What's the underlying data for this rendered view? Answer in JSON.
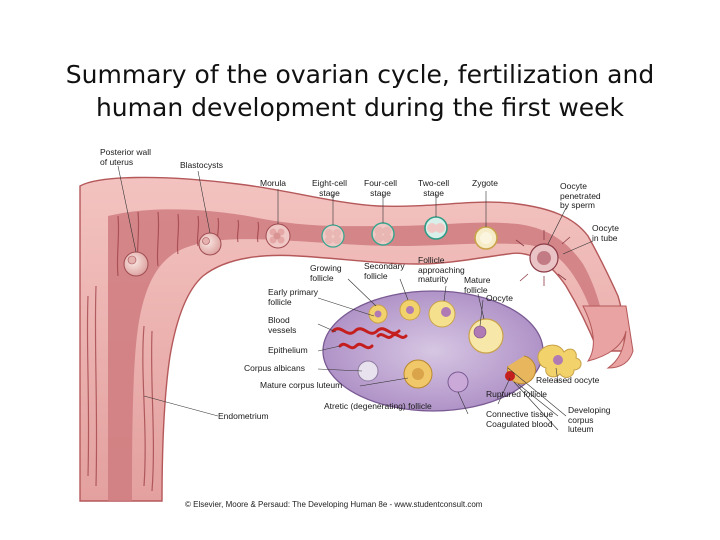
{
  "title": {
    "line1": "Summary of the ovarian cycle, fertilization and",
    "line2": "human development during the first week"
  },
  "labels": {
    "posterior_wall": "Posterior wall\nof uterus",
    "blastocysts": "Blastocysts",
    "morula": "Morula",
    "eight_cell": "Eight-cell\nstage",
    "four_cell": "Four-cell\nstage",
    "two_cell": "Two-cell\nstage",
    "zygote": "Zygote",
    "oocyte_penetrated": "Oocyte\npenetrated\nby sperm",
    "oocyte_in_tube": "Oocyte\nin tube",
    "growing_follicle": "Growing\nfollicle",
    "secondary_follicle": "Secondary\nfollicle",
    "follicle_approaching": "Follicle\napproaching\nmaturity",
    "mature_follicle": "Mature\nfollicle",
    "oocyte": "Oocyte",
    "early_primary": "Early primary\nfollicle",
    "blood_vessels": "Blood\nvessels",
    "epithelium": "Epithelium",
    "corpus_albicans": "Corpus albicans",
    "mature_corpus_luteum": "Mature corpus luteum",
    "released_oocyte": "Released oocyte",
    "ruptured_follicle": "Ruptured follicle",
    "atretic_follicle": "Atretic (degenerating) follicle",
    "endometrium": "Endometrium",
    "connective_tissue": "Connective tissue",
    "coagulated_blood": "Coagulated blood",
    "developing_corpus_luteum": "Developing\ncorpus\nluteum"
  },
  "credit": "© Elsevier, Moore & Persaud: The Developing Human 8e - www.studentconsult.com",
  "colors": {
    "uterus_wall": "#e8a9a6",
    "uterus_dark": "#b5585a",
    "cavity": "#c86e72",
    "ovary": "#c9b4d8",
    "stroma": "#b08ec7",
    "blood": "#c41e1e",
    "follicle_yellow": "#f2d36b"
  }
}
